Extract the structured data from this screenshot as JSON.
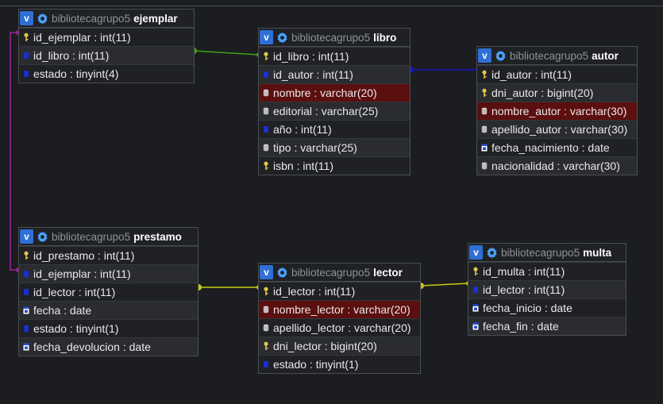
{
  "colors": {
    "background": "#1b1d20",
    "link_green": "#3ea31a",
    "link_blue": "#1414c8",
    "link_yellow": "#c8c812",
    "link_purple": "#a31ea3",
    "highlight_row": "#5c0f0f",
    "view_button": "#2f6fd6"
  },
  "view_button_label": "v",
  "tables": {
    "ejemplar": {
      "db": "bibliotecagrupo5",
      "name": "ejemplar",
      "columns": [
        {
          "text": "id_ejemplar : int(11)",
          "icon": "key-icon"
        },
        {
          "text": "id_libro : int(11)",
          "icon": "index-icon"
        },
        {
          "text": "estado : tinyint(4)",
          "icon": "index-icon"
        }
      ]
    },
    "libro": {
      "db": "bibliotecagrupo5",
      "name": "libro",
      "columns": [
        {
          "text": "id_libro : int(11)",
          "icon": "key-icon"
        },
        {
          "text": "id_autor : int(11)",
          "icon": "index-icon"
        },
        {
          "text": "nombre : varchar(20)",
          "icon": "text-icon"
        },
        {
          "text": "editorial : varchar(25)",
          "icon": "text-icon"
        },
        {
          "text": "año : int(11)",
          "icon": "index-icon"
        },
        {
          "text": "tipo : varchar(25)",
          "icon": "text-icon"
        },
        {
          "text": "isbn : int(11)",
          "icon": "key-icon"
        }
      ]
    },
    "autor": {
      "db": "bibliotecagrupo5",
      "name": "autor",
      "columns": [
        {
          "text": "id_autor : int(11)",
          "icon": "key-icon"
        },
        {
          "text": "dni_autor : bigint(20)",
          "icon": "key-icon"
        },
        {
          "text": "nombre_autor : varchar(30)",
          "icon": "text-icon"
        },
        {
          "text": "apellido_autor : varchar(30)",
          "icon": "text-icon"
        },
        {
          "text": "fecha_nacimiento : date",
          "icon": "date-icon"
        },
        {
          "text": "nacionalidad : varchar(30)",
          "icon": "text-icon"
        }
      ]
    },
    "prestamo": {
      "db": "bibliotecagrupo5",
      "name": "prestamo",
      "columns": [
        {
          "text": "id_prestamo : int(11)",
          "icon": "key-icon"
        },
        {
          "text": "id_ejemplar : int(11)",
          "icon": "index-icon"
        },
        {
          "text": "id_lector : int(11)",
          "icon": "index-icon"
        },
        {
          "text": "fecha : date",
          "icon": "date-icon"
        },
        {
          "text": "estado : tinyint(1)",
          "icon": "index-icon"
        },
        {
          "text": "fecha_devolucion : date",
          "icon": "date-icon"
        }
      ]
    },
    "lector": {
      "db": "bibliotecagrupo5",
      "name": "lector",
      "columns": [
        {
          "text": "id_lector : int(11)",
          "icon": "key-icon"
        },
        {
          "text": "nombre_lector : varchar(20)",
          "icon": "text-icon"
        },
        {
          "text": "apellido_lector : varchar(20)",
          "icon": "text-icon"
        },
        {
          "text": "dni_lector : bigint(20)",
          "icon": "key-icon"
        },
        {
          "text": "estado : tinyint(1)",
          "icon": "index-icon"
        }
      ]
    },
    "multa": {
      "db": "bibliotecagrupo5",
      "name": "multa",
      "columns": [
        {
          "text": "id_multa : int(11)",
          "icon": "key-icon"
        },
        {
          "text": "id_lector : int(11)",
          "icon": "index-icon"
        },
        {
          "text": "fecha_inicio : date",
          "icon": "date-icon"
        },
        {
          "text": "fecha_fin : date",
          "icon": "date-icon"
        }
      ]
    }
  },
  "relations": [
    {
      "from": "ejemplar.id_libro",
      "to": "libro.id_libro",
      "color": "#3ea31a"
    },
    {
      "from": "libro.id_autor",
      "to": "autor.id_autor",
      "color": "#1414c8"
    },
    {
      "from": "prestamo.id_lector",
      "to": "lector.id_lector",
      "color": "#c8c812"
    },
    {
      "from": "multa.id_lector",
      "to": "lector.id_lector",
      "color": "#c8c812"
    },
    {
      "from": "prestamo.id_ejemplar",
      "to": "ejemplar.id_ejemplar",
      "color": "#a31ea3"
    }
  ]
}
